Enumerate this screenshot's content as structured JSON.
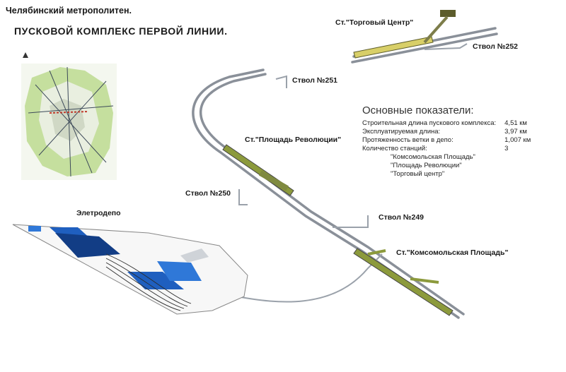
{
  "header": {
    "line1": "Челябинский метрополитен.",
    "line2": "ПУСКОВОЙ  КОМПЛЕКС ПЕРВОЙ ЛИНИИ."
  },
  "labels": {
    "torgovy": "Ст.\"Торговый Центр\"",
    "stvol252": "Ствол №252",
    "stvol251": "Ствол №251",
    "ploshchad": "Ст.\"Площадь Революции\"",
    "stvol250": "Ствол №250",
    "stvol249": "Ствол №249",
    "komsomol": "Ст.\"Комсомольская Площадь\"",
    "depot": "Элетродепо"
  },
  "stats": {
    "title": "Основные показатели:",
    "rows": [
      {
        "label": "Строительная длина пускового комплекса:",
        "value": "4,51 км"
      },
      {
        "label": "Эксплуатируемая длина:",
        "value": "3,97 км"
      },
      {
        "label": "Протяженность ветки в депо:",
        "value": "1,007 км"
      },
      {
        "label": "Количество станций:",
        "value": "3"
      }
    ],
    "stations": [
      "\"Комсомольская Площадь\"",
      "\"Площадь Революции\"",
      "\"Торговый центр\""
    ]
  },
  "colors": {
    "track": "#8a9099",
    "station": "#8c9a3c",
    "depot_blue": "#1f5fbf",
    "map_green": "#8cc24a"
  }
}
